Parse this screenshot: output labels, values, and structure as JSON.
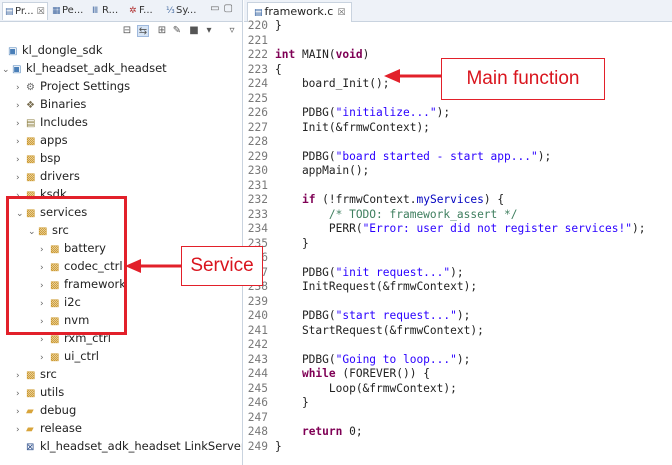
{
  "left_panel": {
    "tabs": [
      {
        "label": "Pr...",
        "close": "☒",
        "icon": "project-explorer-icon"
      },
      {
        "label": "Pe...",
        "icon": "peripherals-icon"
      },
      {
        "label": "R...",
        "icon": "registers-icon"
      },
      {
        "label": "F...",
        "icon": "faults-icon"
      },
      {
        "label": "Sy...",
        "icon": "symbols-icon"
      }
    ],
    "tree": [
      {
        "label": "kl_dongle_sdk",
        "icon": "project-icon"
      },
      {
        "label": "kl_headset_adk_headset",
        "icon": "project-icon"
      },
      {
        "label": "Project Settings",
        "icon": "settings-icon"
      },
      {
        "label": "Binaries",
        "icon": "binaries-icon"
      },
      {
        "label": "Includes",
        "icon": "includes-icon"
      },
      {
        "label": "apps",
        "icon": "package-folder-icon"
      },
      {
        "label": "bsp",
        "icon": "package-folder-icon"
      },
      {
        "label": "drivers",
        "icon": "package-folder-icon"
      },
      {
        "label": "ksdk",
        "icon": "package-folder-icon"
      },
      {
        "label": "services",
        "icon": "package-folder-icon"
      },
      {
        "label": "src",
        "icon": "package-folder-icon"
      },
      {
        "label": "battery",
        "icon": "package-folder-icon"
      },
      {
        "label": "codec_ctrl",
        "icon": "package-folder-icon"
      },
      {
        "label": "framework",
        "icon": "package-folder-icon"
      },
      {
        "label": "i2c",
        "icon": "package-folder-icon"
      },
      {
        "label": "nvm",
        "icon": "package-folder-icon"
      },
      {
        "label": "rxm_ctrl",
        "icon": "package-folder-icon"
      },
      {
        "label": "ui_ctrl",
        "icon": "package-folder-icon"
      },
      {
        "label": "src",
        "icon": "package-folder-icon"
      },
      {
        "label": "utils",
        "icon": "package-folder-icon"
      },
      {
        "label": "debug",
        "icon": "folder-icon"
      },
      {
        "label": "release",
        "icon": "folder-icon"
      },
      {
        "label": "kl_headset_adk_headset LinkServer debu",
        "icon": "launch-config-icon"
      }
    ]
  },
  "editor": {
    "tab": {
      "label": "framework.c",
      "close": "☒"
    },
    "lines": [
      {
        "n": "220",
        "code": "}"
      },
      {
        "n": "221",
        "code": ""
      },
      {
        "n": "222",
        "code": "int MAIN(void)"
      },
      {
        "n": "223",
        "code": "{"
      },
      {
        "n": "224",
        "code": "    board_Init();"
      },
      {
        "n": "225",
        "code": ""
      },
      {
        "n": "226",
        "code": "    PDBG(\"initialize...\");"
      },
      {
        "n": "227",
        "code": "    Init(&frmwContext);"
      },
      {
        "n": "228",
        "code": ""
      },
      {
        "n": "229",
        "code": "    PDBG(\"board started - start app...\");"
      },
      {
        "n": "230",
        "code": "    appMain();"
      },
      {
        "n": "231",
        "code": ""
      },
      {
        "n": "232",
        "code": "    if (!frmwContext.myServices) {"
      },
      {
        "n": "233",
        "code": "        /* TODO: framework_assert */"
      },
      {
        "n": "234",
        "code": "        PERR(\"Error: user did not register services!\");"
      },
      {
        "n": "235",
        "code": "    }"
      },
      {
        "n": "236",
        "code": ""
      },
      {
        "n": "237",
        "code": "    PDBG(\"init request...\");"
      },
      {
        "n": "238",
        "code": "    InitRequest(&frmwContext);"
      },
      {
        "n": "239",
        "code": ""
      },
      {
        "n": "240",
        "code": "    PDBG(\"start request...\");"
      },
      {
        "n": "241",
        "code": "    StartRequest(&frmwContext);"
      },
      {
        "n": "242",
        "code": ""
      },
      {
        "n": "243",
        "code": "    PDBG(\"Going to loop...\");"
      },
      {
        "n": "244",
        "code": "    while (FOREVER()) {"
      },
      {
        "n": "245",
        "code": "        Loop(&frmwContext);"
      },
      {
        "n": "246",
        "code": "    }"
      },
      {
        "n": "247",
        "code": ""
      },
      {
        "n": "248",
        "code": "    return 0;"
      },
      {
        "n": "249",
        "code": "}"
      }
    ]
  },
  "annotations": {
    "main_label": "Main function",
    "service_label": "Service",
    "color": "#e2202a"
  }
}
